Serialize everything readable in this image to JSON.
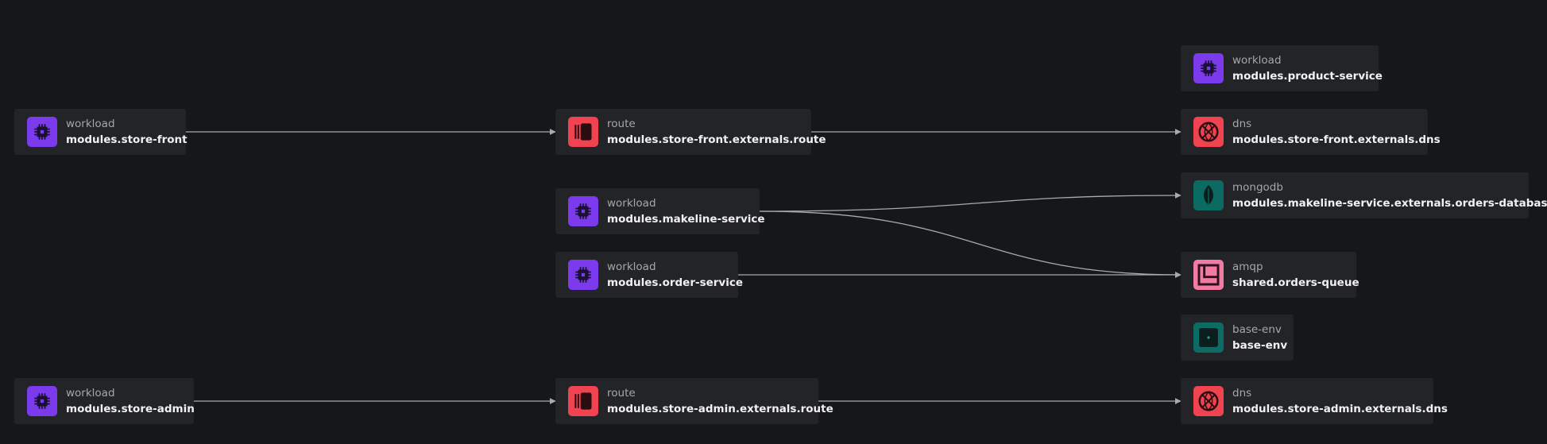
{
  "colors": {
    "background": "#16171b",
    "node_bg": "#232428",
    "edge": "#a9aaaf",
    "workload": "#7c3aed",
    "route": "#ef4351",
    "dns": "#ef4351",
    "mongodb": "#0b6b63",
    "amqp": "#f37ba2",
    "base_env": "#0d6b66"
  },
  "nodes": {
    "store_front": {
      "kind": "workload",
      "name": "modules.store-front",
      "icon": "cpu-chip-icon"
    },
    "store_admin": {
      "kind": "workload",
      "name": "modules.store-admin",
      "icon": "cpu-chip-icon"
    },
    "route_front": {
      "kind": "route",
      "name": "modules.store-front.externals.route",
      "icon": "route-icon"
    },
    "makeline": {
      "kind": "workload",
      "name": "modules.makeline-service",
      "icon": "cpu-chip-icon"
    },
    "order": {
      "kind": "workload",
      "name": "modules.order-service",
      "icon": "cpu-chip-icon"
    },
    "route_admin": {
      "kind": "route",
      "name": "modules.store-admin.externals.route",
      "icon": "route-icon"
    },
    "product": {
      "kind": "workload",
      "name": "modules.product-service",
      "icon": "cpu-chip-icon"
    },
    "dns_front": {
      "kind": "dns",
      "name": "modules.store-front.externals.dns",
      "icon": "globe-icon"
    },
    "mongo": {
      "kind": "mongodb",
      "name": "modules.makeline-service.externals.orders-database",
      "icon": "leaf-icon"
    },
    "amqp": {
      "kind": "amqp",
      "name": "shared.orders-queue",
      "icon": "queue-icon"
    },
    "base_env": {
      "kind": "base-env",
      "name": "base-env",
      "icon": "dot-square-icon"
    },
    "dns_admin": {
      "kind": "dns",
      "name": "modules.store-admin.externals.dns",
      "icon": "globe-icon"
    }
  },
  "edges": [
    {
      "from": "store_front",
      "to": "route_front"
    },
    {
      "from": "route_front",
      "to": "dns_front"
    },
    {
      "from": "makeline",
      "to": "mongo"
    },
    {
      "from": "makeline",
      "to": "amqp"
    },
    {
      "from": "order",
      "to": "amqp"
    },
    {
      "from": "store_admin",
      "to": "route_admin"
    },
    {
      "from": "route_admin",
      "to": "dns_admin"
    }
  ]
}
